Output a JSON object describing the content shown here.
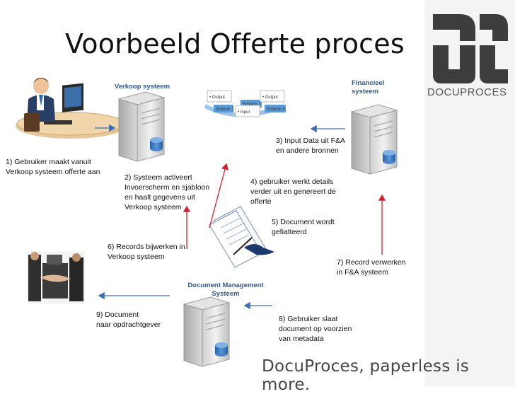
{
  "title": "Voorbeeld Offerte proces",
  "systems": {
    "verkoop": "Verkoop systeem",
    "financieel": "Financieel\nsysteem",
    "dms": "Document Management\nSysteem"
  },
  "process_nodes": {
    "output1": "• Output",
    "output2": "• Output",
    "input": "• Input",
    "scherm1": "Scherm 1",
    "scherm2": "Scherm 2",
    "scherm3": "Scherm 3"
  },
  "steps": {
    "s1": "1)  Gebruiker  maakt  vanuit\n     Verkoop systeem offerte aan",
    "s2": "2) Systeem activeert\nInvoerscherm en sjabloon\nen haalt gegevens  uit\nVerkoop systeem",
    "s3": "3) Input Data uit F&A\nen andere bronnen",
    "s4": "4) gebruiker  werkt  details\nverder uit  en genereert de\nofferte",
    "s5": "5) Document wordt\ngefiatteerd",
    "s6": "6) Records bijwerken in\nVerkoop systeem",
    "s7": "7) Record verwerken\nin F&A systeem",
    "s8": "8) Gebruiker slaat\ndocument op voorzien\nvan metadata",
    "s9": "9) Document\nnaar opdrachtgever"
  },
  "brand": {
    "logo_text": "DOCUPROCES",
    "footer": "DocuProces, paperless is more."
  },
  "colors": {
    "system_label": "#2e5a97",
    "arrow_blue": "#3a6fb5",
    "arrow_red": "#d0202a"
  },
  "icons": [
    "user-at-computer-icon",
    "server-icon",
    "signing-document-icon",
    "handshake-photo-icon"
  ]
}
